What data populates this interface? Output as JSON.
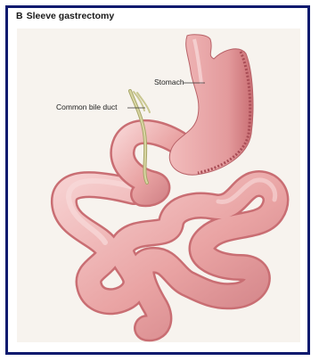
{
  "figure": {
    "panel_letter": "B",
    "title": "Sleeve gastrectomy",
    "labels": {
      "stomach": "Stomach",
      "common_bile_duct": "Common bile duct"
    }
  },
  "colors": {
    "frame": "#0c1a6e",
    "panel_bg": "#f7f3ee",
    "tissue": "#e9a3a3",
    "tissue_dark": "#c96e73",
    "tissue_highlight": "#f6cfcf",
    "bile_duct": "#c9c790",
    "staple_line": "#a84c55"
  }
}
